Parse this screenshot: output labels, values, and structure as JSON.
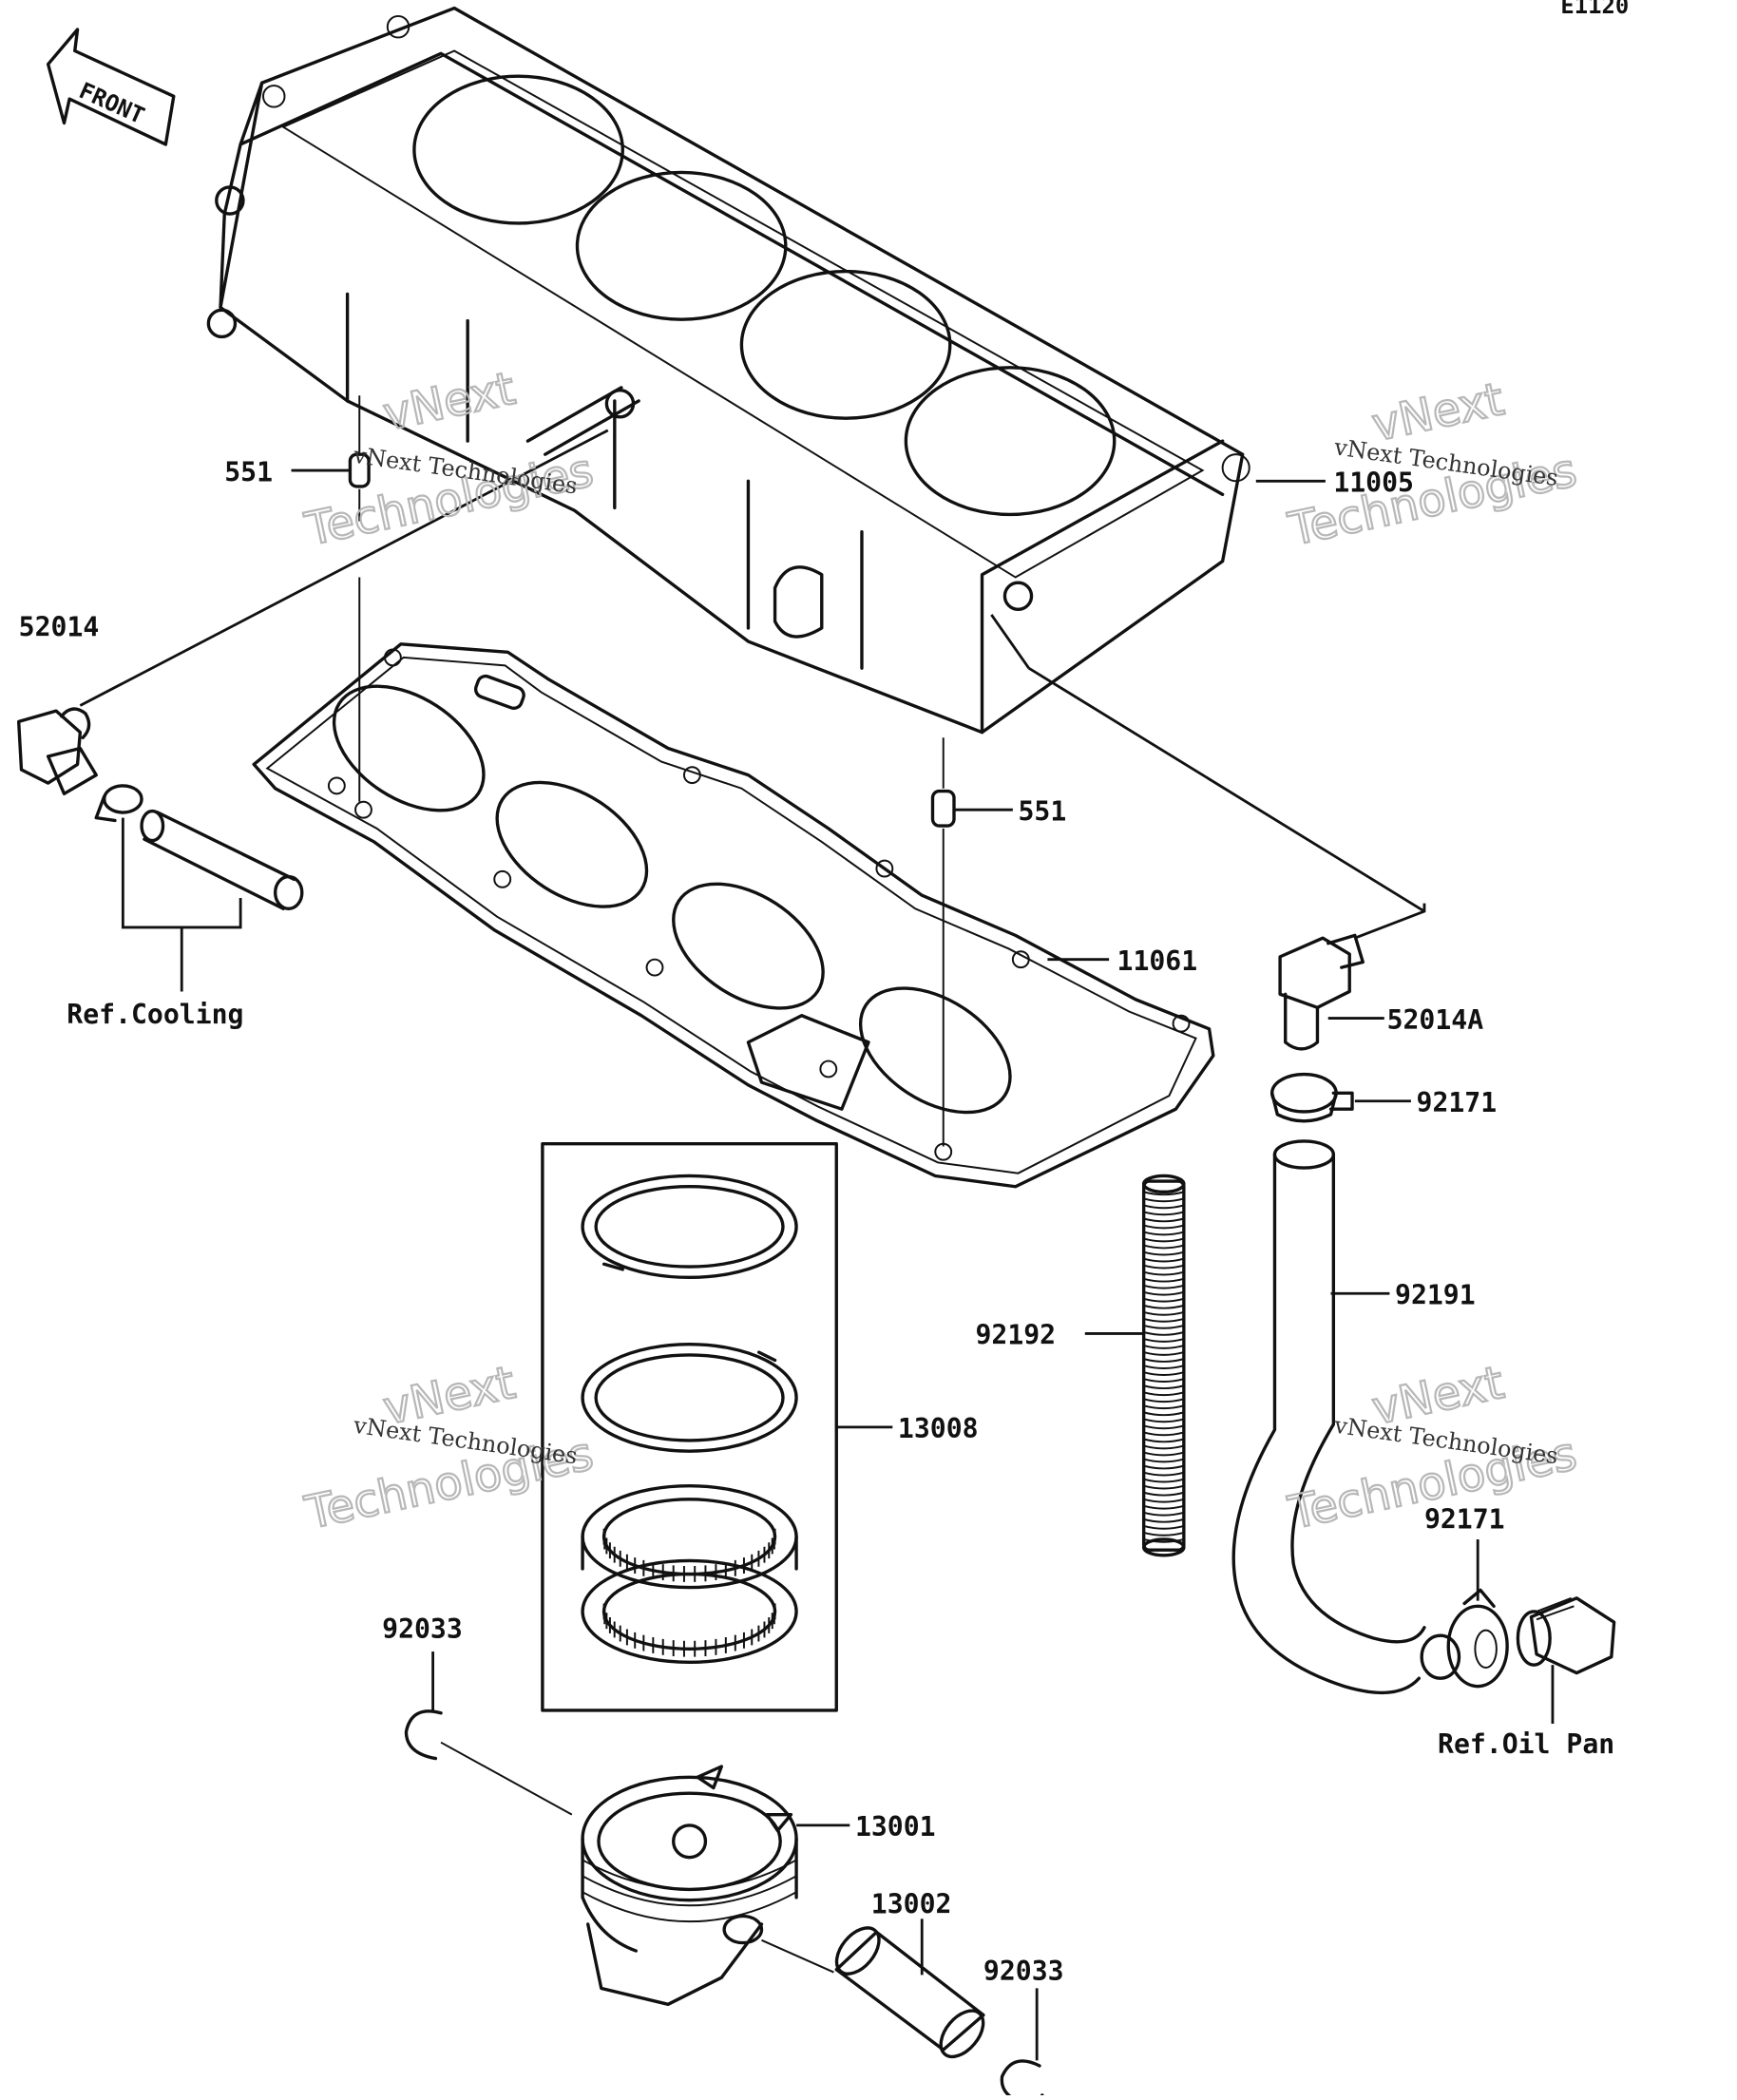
{
  "diagram": {
    "code": "E1120",
    "front_label": "FRONT",
    "parts": {
      "p551_top": "551",
      "p52014": "52014",
      "p11005": "11005",
      "p551_mid": "551",
      "p11061": "11061",
      "p52014A": "52014A",
      "p92171_top": "92171",
      "ref_cooling": "Ref.Cooling",
      "p92192": "92192",
      "p92191": "92191",
      "p13008": "13008",
      "p92171_low": "92171",
      "ref_oil_pan": "Ref.Oil Pan",
      "p92033_left": "92033",
      "p13001": "13001",
      "p13002": "13002",
      "p92033_right": "92033"
    },
    "watermark": {
      "line1": "vNext",
      "line2": "Technologies",
      "small": "vNext Technologies"
    },
    "colors": {
      "ink": "#111111",
      "watermark": "#b8b8b8",
      "background": "#ffffff"
    }
  }
}
